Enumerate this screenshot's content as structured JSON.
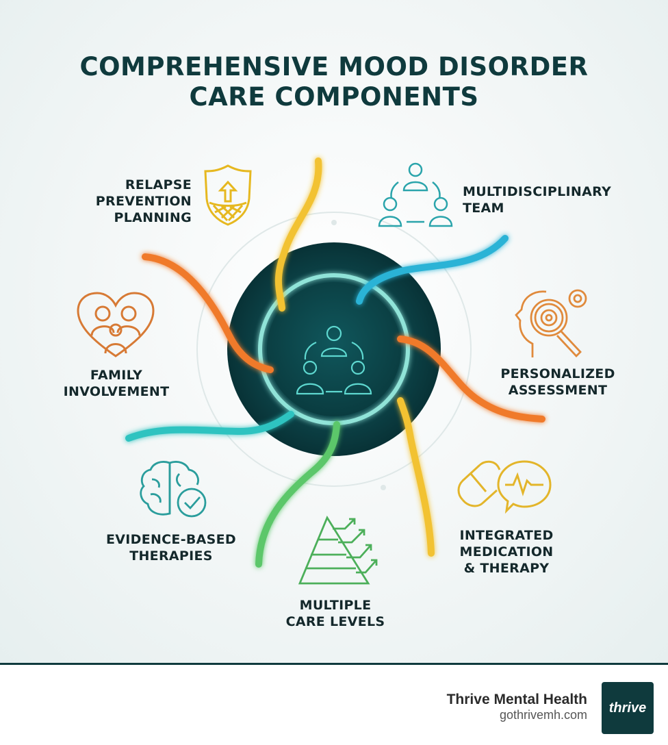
{
  "title": {
    "line1": "COMPREHENSIVE MOOD DISORDER",
    "line2": "CARE COMPONENTS"
  },
  "center": {
    "icon": "care-team-icon"
  },
  "components": [
    {
      "id": "relapse",
      "lines": [
        "RELAPSE",
        "PREVENTION",
        "PLANNING"
      ],
      "icon": "shield-arrow-icon",
      "color": "#e6b820"
    },
    {
      "id": "team",
      "lines": [
        "MULTIDISCIPLINARY",
        "TEAM"
      ],
      "icon": "team-icon",
      "color": "#2aa4ab"
    },
    {
      "id": "family",
      "lines": [
        "FAMILY",
        "INVOLVEMENT"
      ],
      "icon": "heart-family-icon",
      "color": "#d77a35"
    },
    {
      "id": "assessment",
      "lines": [
        "PERSONALIZED",
        "ASSESSMENT"
      ],
      "icon": "head-gear-magnifier-icon",
      "color": "#e08a3c"
    },
    {
      "id": "therapies",
      "lines": [
        "EVIDENCE-BASED",
        "THERAPIES"
      ],
      "icon": "brain-check-icon",
      "color": "#2a9d9c"
    },
    {
      "id": "medication",
      "lines": [
        "INTEGRATED",
        "MEDICATION",
        "& THERAPY"
      ],
      "icon": "pill-speech-icon",
      "color": "#e3b52a"
    },
    {
      "id": "levels",
      "lines": [
        "MULTIPLE",
        "CARE LEVELS"
      ],
      "icon": "pyramid-arrows-icon",
      "color": "#4caf5a"
    }
  ],
  "footer": {
    "brand_name": "Thrive Mental Health",
    "url": "gothrivemh.com",
    "logo_text": "thrive"
  },
  "colors": {
    "title": "#0f3a3d",
    "hub": "#0d4448",
    "yellow": "#f2c230",
    "blue": "#2bb3d6",
    "orange": "#f07a2c",
    "teal": "#2ec3c0",
    "green": "#5cc76a"
  }
}
